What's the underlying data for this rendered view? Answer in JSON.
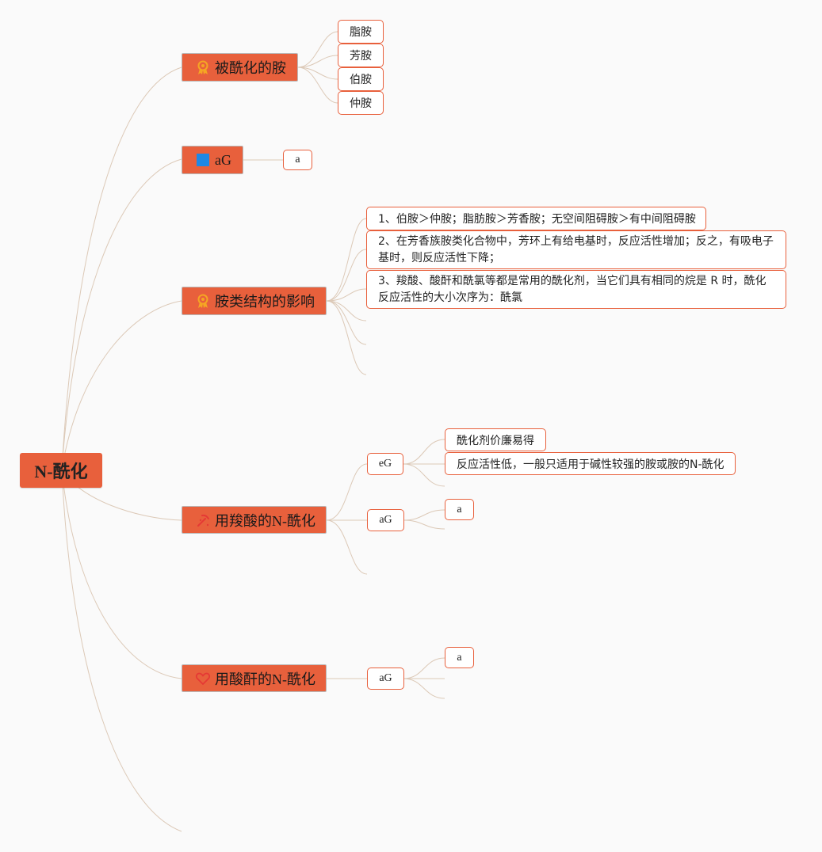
{
  "root": {
    "label": "N-酰化"
  },
  "branches": [
    {
      "label": "被酰化的胺",
      "icon": "award-ribbon-icon",
      "children": [
        "脂胺",
        "芳胺",
        "伯胺",
        "仲胺"
      ]
    },
    {
      "label": "aG",
      "icon": "blue-square-icon",
      "children": [
        "a"
      ]
    },
    {
      "label": "胺类结构的影响",
      "icon": "award-ribbon-icon",
      "children": [
        "1、伯胺＞仲胺；脂肪胺＞芳香胺；无空间阻碍胺＞有中间阻碍胺",
        "2、在芳香族胺类化合物中，芳环上有给电基时，反应活性增加；反之，有吸电子基时，则反应活性下降；",
        "3、羧酸、酸酐和酰氯等都是常用的酰化剂，当它们具有相同的烷是 R 时，酰化反应活性的大小次序为：酰氯"
      ]
    },
    {
      "label": "用羧酸的N-酰化",
      "icon": "pickaxe-icon",
      "children": [
        {
          "label": "eG",
          "children": [
            "酰化剂价廉易得",
            "反应活性低，一般只适用于碱性较强的胺或胺的N-酰化"
          ]
        },
        {
          "label": "aG",
          "children": [
            "a"
          ]
        }
      ]
    },
    {
      "label": "用酸酐的N-酰化",
      "icon": "heart-icon",
      "children": [
        {
          "label": "aG",
          "children": [
            "a"
          ]
        }
      ]
    }
  ],
  "colors": {
    "node_fill": "#e8603c",
    "leaf_border": "#e8603c",
    "connector": "#dcc9b7",
    "background": "#fafafa",
    "award_icon": "#f5a623",
    "blue_square_icon": "#1e88e5",
    "pickaxe_icon": "#e53935",
    "heart_icon": "#e53935"
  }
}
